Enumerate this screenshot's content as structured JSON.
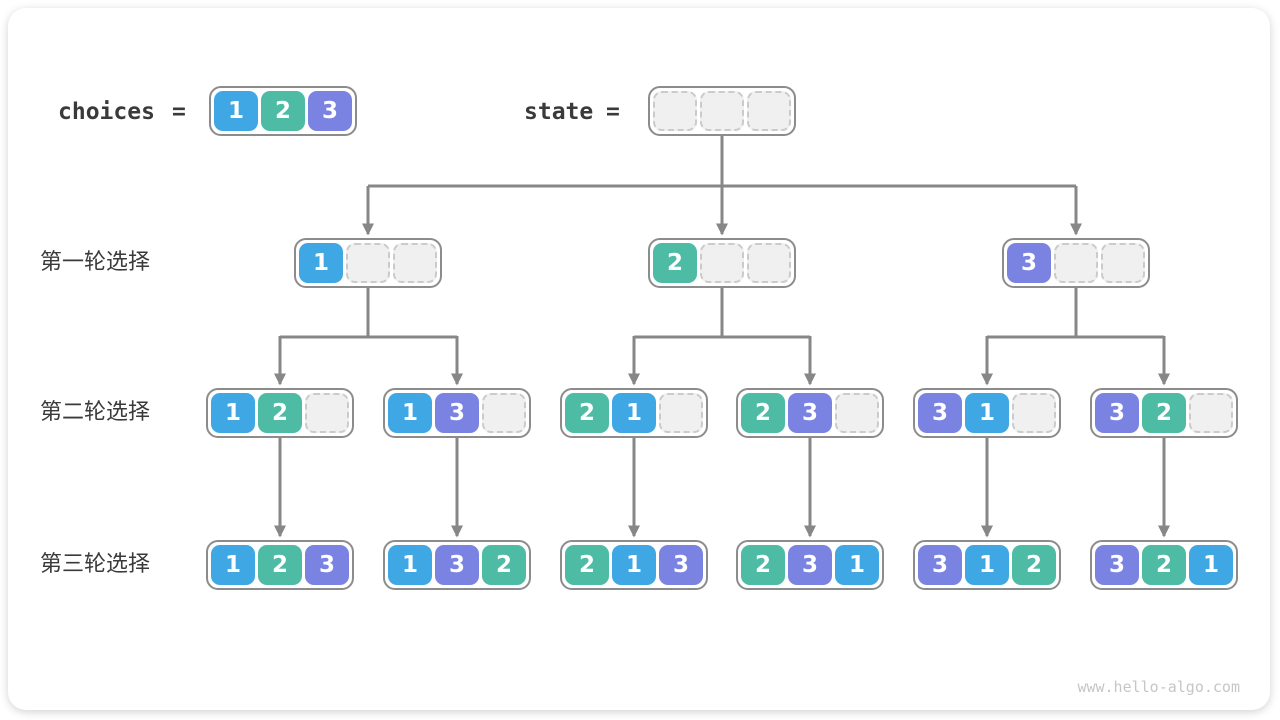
{
  "header": {
    "choices_label": "choices",
    "equals": "=",
    "state_label": "state",
    "choices": {
      "cells": [
        "1",
        "2",
        "3"
      ]
    },
    "state": {
      "cells": [
        "",
        "",
        ""
      ]
    }
  },
  "rounds": [
    {
      "label": "第一轮选择",
      "nodes": [
        {
          "cells": [
            "1",
            "",
            ""
          ]
        },
        {
          "cells": [
            "2",
            "",
            ""
          ]
        },
        {
          "cells": [
            "3",
            "",
            ""
          ]
        }
      ]
    },
    {
      "label": "第二轮选择",
      "nodes": [
        {
          "cells": [
            "1",
            "2",
            ""
          ]
        },
        {
          "cells": [
            "1",
            "3",
            ""
          ]
        },
        {
          "cells": [
            "2",
            "1",
            ""
          ]
        },
        {
          "cells": [
            "2",
            "3",
            ""
          ]
        },
        {
          "cells": [
            "3",
            "1",
            ""
          ]
        },
        {
          "cells": [
            "3",
            "2",
            ""
          ]
        }
      ]
    },
    {
      "label": "第三轮选择",
      "nodes": [
        {
          "cells": [
            "1",
            "2",
            "3"
          ]
        },
        {
          "cells": [
            "1",
            "3",
            "2"
          ]
        },
        {
          "cells": [
            "2",
            "1",
            "3"
          ]
        },
        {
          "cells": [
            "2",
            "3",
            "1"
          ]
        },
        {
          "cells": [
            "3",
            "1",
            "2"
          ]
        },
        {
          "cells": [
            "3",
            "2",
            "1"
          ]
        }
      ]
    }
  ],
  "watermark": "www.hello-algo.com",
  "colors": {
    "choice_1": "#3FA7E4",
    "choice_2": "#4EBBA4",
    "choice_3": "#7B83E2",
    "empty_cell_bg": "#F0F0F0",
    "empty_cell_border": "#CBCBCB",
    "node_border": "#8C8C8C",
    "edge": "#878787",
    "text": "#3A3A3A",
    "watermark": "#C6C6C6",
    "card_bg": "#FFFFFF"
  }
}
